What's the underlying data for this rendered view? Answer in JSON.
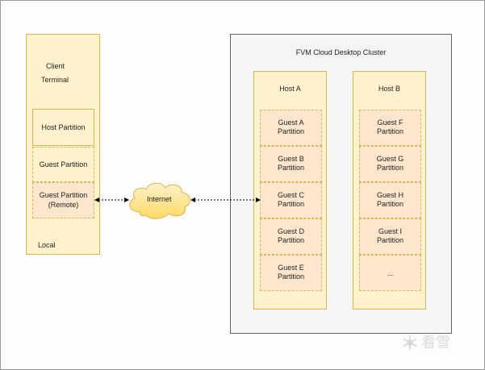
{
  "client": {
    "title_line1": "Client",
    "title_line2": "Terminal",
    "host_partition": "Host Partition",
    "guest_partition": "Guest Partition",
    "guest_remote_line1": "Guest Partition",
    "guest_remote_line2": "(Remote)",
    "local_label": "Local"
  },
  "internet": {
    "label": "Internet"
  },
  "cluster": {
    "title": "FVM Cloud Desktop Cluster",
    "host_a": {
      "title": "Host A",
      "guests": [
        {
          "line1": "Guest A",
          "line2": "Partition"
        },
        {
          "line1": "Guest B",
          "line2": "Partition"
        },
        {
          "line1": "Guest C",
          "line2": "Partition"
        },
        {
          "line1": "Guest D",
          "line2": "Partition"
        },
        {
          "line1": "Guest E",
          "line2": "Partition"
        }
      ]
    },
    "host_b": {
      "title": "Host B",
      "guests": [
        {
          "line1": "Guest F",
          "line2": "Partition"
        },
        {
          "line1": "Guest G",
          "line2": "Partition"
        },
        {
          "line1": "Guest H",
          "line2": "Partition"
        },
        {
          "line1": "Guest I",
          "line2": "Partition"
        },
        {
          "line1": "...",
          "line2": ""
        }
      ]
    }
  },
  "watermark": {
    "text": "看雪"
  },
  "colors": {
    "yellow_fill": "#fff2cc",
    "yellow_stroke": "#d6b656",
    "orange_fill": "#ffe6cc",
    "cluster_fill": "#f5f5f5",
    "cluster_stroke": "#666666"
  }
}
